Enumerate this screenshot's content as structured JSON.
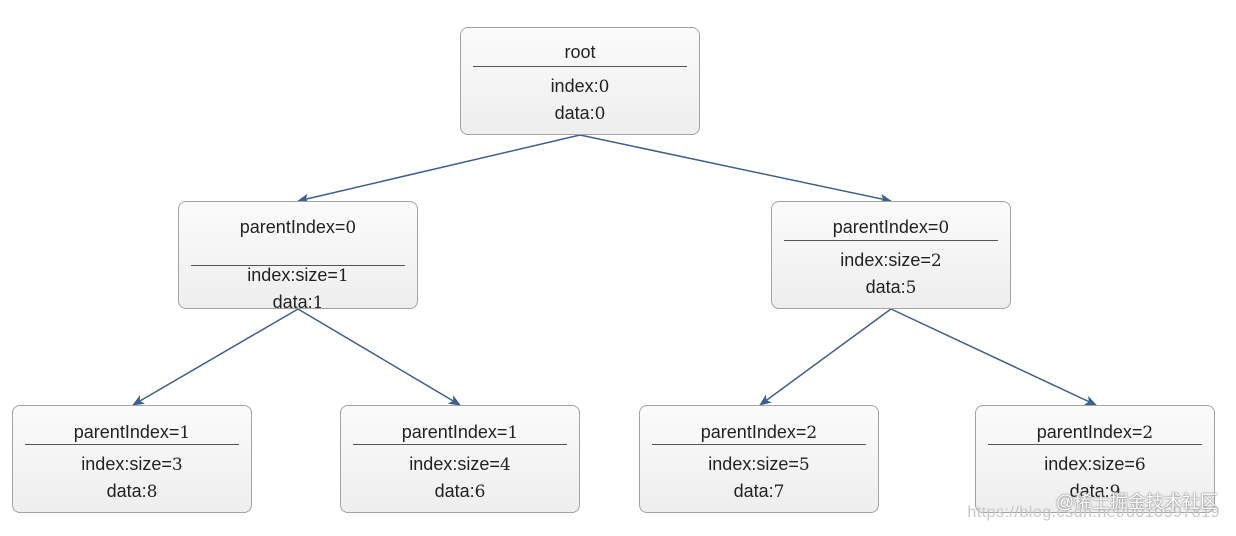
{
  "nodes": [
    {
      "id": "root",
      "title": "root",
      "index_label": "index:",
      "index_value": "0",
      "data_label": "data:",
      "data_value": "0"
    },
    {
      "id": "n1",
      "title_label": "parentIndex=",
      "title_value": "0",
      "index_label": "index:size=",
      "index_value": "1",
      "data_label": "data:",
      "data_value": "1"
    },
    {
      "id": "n2",
      "title_label": "parentIndex=",
      "title_value": "0",
      "index_label": "index:size=",
      "index_value": "2",
      "data_label": "data:",
      "data_value": "5"
    },
    {
      "id": "n3",
      "title_label": "parentIndex=",
      "title_value": "1",
      "index_label": "index:size=",
      "index_value": "3",
      "data_label": "data:",
      "data_value": "8"
    },
    {
      "id": "n4",
      "title_label": "parentIndex=",
      "title_value": "1",
      "index_label": "index:size=",
      "index_value": "4",
      "data_label": "data:",
      "data_value": "6"
    },
    {
      "id": "n5",
      "title_label": "parentIndex=",
      "title_value": "2",
      "index_label": "index:size=",
      "index_value": "5",
      "data_label": "data:",
      "data_value": "7"
    },
    {
      "id": "n6",
      "title_label": "parentIndex=",
      "title_value": "2",
      "index_label": "index:size=",
      "index_value": "6",
      "data_label": "data:",
      "data_value": "9"
    }
  ],
  "edges": [
    {
      "from": "root",
      "to": "n1"
    },
    {
      "from": "root",
      "to": "n2"
    },
    {
      "from": "n1",
      "to": "n3"
    },
    {
      "from": "n1",
      "to": "n4"
    },
    {
      "from": "n2",
      "to": "n5"
    },
    {
      "from": "n2",
      "to": "n6"
    }
  ],
  "colors": {
    "edge": "#3d5f8c",
    "border": "#a3a3a3",
    "divider": "#555555"
  },
  "watermark": {
    "url_text": "https://blog.csdn.net/u010597819",
    "logo_text": "@稀土掘金技术社区"
  }
}
